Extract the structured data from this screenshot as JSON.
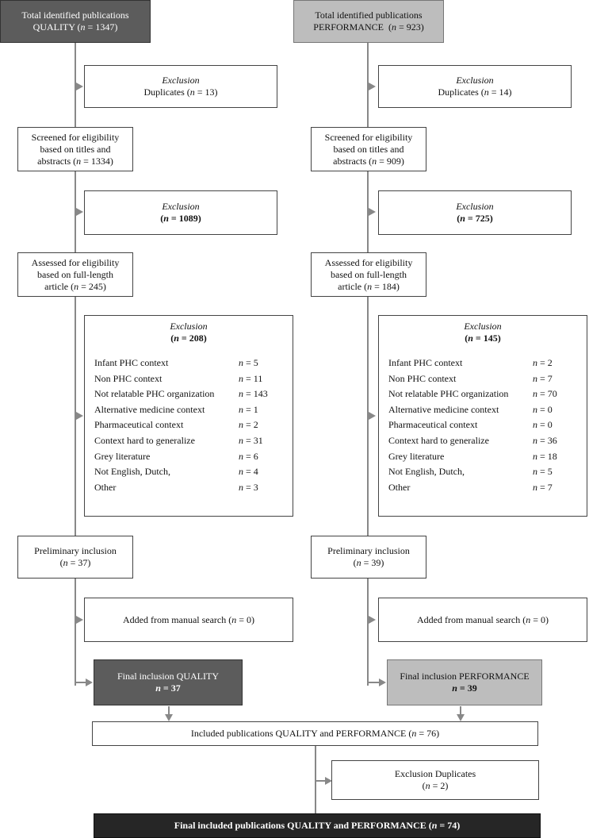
{
  "n_symbol": "n",
  "quality": {
    "total": {
      "line1": "Total identified publications",
      "line2_label": "QUALITY (",
      "line2_value": " = 1347)"
    },
    "excl_duplicates": {
      "title": "Exclusion",
      "text_label": "Duplicates (",
      "text_value": " = 13)"
    },
    "screened": {
      "line1": "Screened for eligibility",
      "line2": "based on titles and",
      "line3_label": "abstracts (",
      "line3_value": " = 1334)"
    },
    "excl_titles": {
      "title": "Exclusion",
      "open": "(",
      "value": " = 1089)"
    },
    "assessed": {
      "line1": "Assessed for eligibility",
      "line2": "based on full-length",
      "line3_label": "article (",
      "line3_value": " = 245)"
    },
    "excl_fulltext": {
      "title": "Exclusion",
      "open": "(",
      "value": " = 208)",
      "reasons": [
        {
          "label": "Infant PHC context",
          "value": " = 5"
        },
        {
          "label": "Non PHC context",
          "value": " = 11"
        },
        {
          "label": "Not relatable PHC organization",
          "value": " = 143"
        },
        {
          "label": "Alternative medicine context",
          "value": " = 1"
        },
        {
          "label": "Pharmaceutical context",
          "value": " = 2"
        },
        {
          "label": "Context hard to generalize",
          "value": " = 31"
        },
        {
          "label": "Grey literature",
          "value": " = 6"
        },
        {
          "label": "Not English, Dutch,",
          "value": " = 4"
        },
        {
          "label": "Other",
          "value": " = 3"
        }
      ]
    },
    "preliminary": {
      "line1": "Preliminary inclusion",
      "open": "(",
      "value": " = 37)"
    },
    "manual": {
      "label": "Added from manual search (",
      "value": " = 0)"
    },
    "final": {
      "line1": "Final inclusion QUALITY",
      "value": " = 37"
    }
  },
  "performance": {
    "total": {
      "line1": "Total identified publications",
      "line2_label": "PERFORMANCE  (",
      "line2_value": " = 923)"
    },
    "excl_duplicates": {
      "title": "Exclusion",
      "text_label": "Duplicates (",
      "text_value": " = 14)"
    },
    "screened": {
      "line1": "Screened for eligibility",
      "line2": "based on titles and",
      "line3_label": "abstracts (",
      "line3_value": " = 909)"
    },
    "excl_titles": {
      "title": "Exclusion",
      "open": "(",
      "value": " = 725)"
    },
    "assessed": {
      "line1": "Assessed for eligibility",
      "line2": "based on full-length",
      "line3_label": "article (",
      "line3_value": " = 184)"
    },
    "excl_fulltext": {
      "title": "Exclusion",
      "open": "(",
      "value": " = 145)",
      "reasons": [
        {
          "label": "Infant PHC context",
          "value": " = 2"
        },
        {
          "label": "Non PHC context",
          "value": " = 7"
        },
        {
          "label": "Not relatable PHC organization",
          "value": " = 70"
        },
        {
          "label": "Alternative medicine context",
          "value": " = 0"
        },
        {
          "label": "Pharmaceutical context",
          "value": " = 0"
        },
        {
          "label": "Context hard to generalize",
          "value": " = 36"
        },
        {
          "label": "Grey literature",
          "value": " = 18"
        },
        {
          "label": "Not English, Dutch,",
          "value": " = 5"
        },
        {
          "label": "Other",
          "value": " = 7"
        }
      ]
    },
    "preliminary": {
      "line1": "Preliminary inclusion",
      "open": "(",
      "value": " = 39)"
    },
    "manual": {
      "label": "Added from manual search (",
      "value": " = 0)"
    },
    "final": {
      "line1": "Final inclusion PERFORMANCE",
      "value": " = 39"
    }
  },
  "combined": {
    "label": "Included publications QUALITY and PERFORMANCE (",
    "value": " = 76)"
  },
  "excl_dup_combined": {
    "line1": "Exclusion Duplicates",
    "open": "(",
    "value": " = 2)"
  },
  "final_combined": {
    "label": "Final included publications QUALITY and PERFORMANCE (",
    "value": " = 74)"
  }
}
